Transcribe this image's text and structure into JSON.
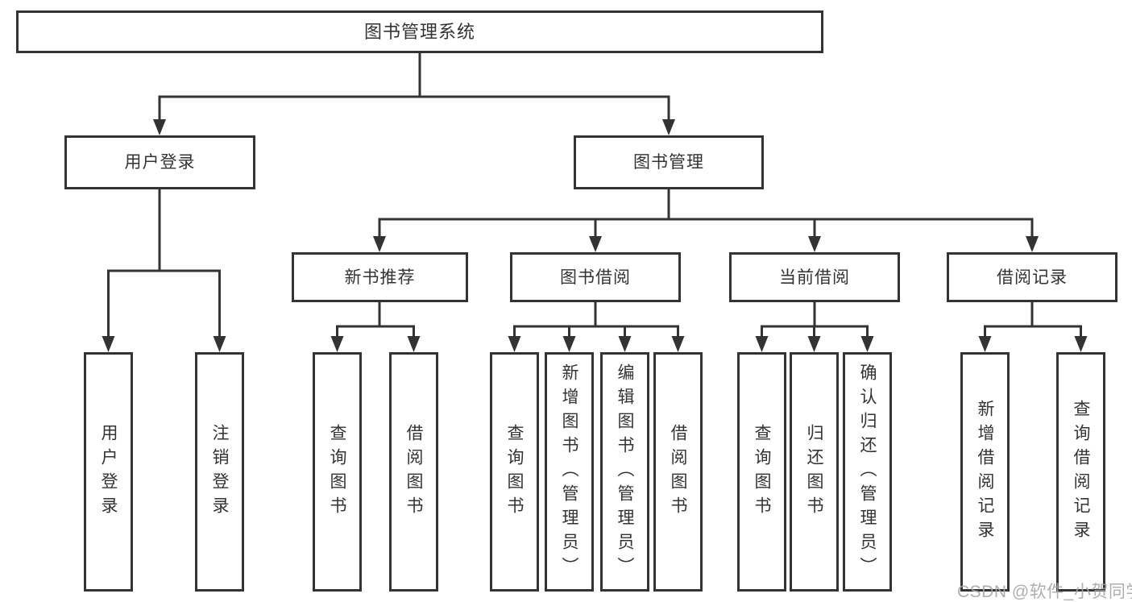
{
  "diagram": {
    "root": {
      "label": "图书管理系统"
    },
    "branches": [
      {
        "label": "用户登录",
        "children": [
          {
            "label": "用户登录"
          },
          {
            "label": "注销登录"
          }
        ]
      },
      {
        "label": "图书管理",
        "children": [
          {
            "label": "新书推荐",
            "children": [
              {
                "label": "查询图书"
              },
              {
                "label": "借阅图书"
              }
            ]
          },
          {
            "label": "图书借阅",
            "children": [
              {
                "label": "查询图书"
              },
              {
                "label": "新增图书（管理员）"
              },
              {
                "label": "编辑图书（管理员）"
              },
              {
                "label": "借阅图书"
              }
            ]
          },
          {
            "label": "当前借阅",
            "children": [
              {
                "label": "查询图书"
              },
              {
                "label": "归还图书"
              },
              {
                "label": "确认归还（管理员）"
              }
            ]
          },
          {
            "label": "借阅记录",
            "children": [
              {
                "label": "新增借阅记录"
              },
              {
                "label": "查询借阅记录"
              }
            ]
          }
        ]
      }
    ]
  },
  "watermark": {
    "text": "CSDN @软件_小贺同学"
  },
  "colors": {
    "line": "#333333",
    "box_bg": "#ffffff",
    "text": "#333333",
    "watermark": "#a5a5a5"
  }
}
